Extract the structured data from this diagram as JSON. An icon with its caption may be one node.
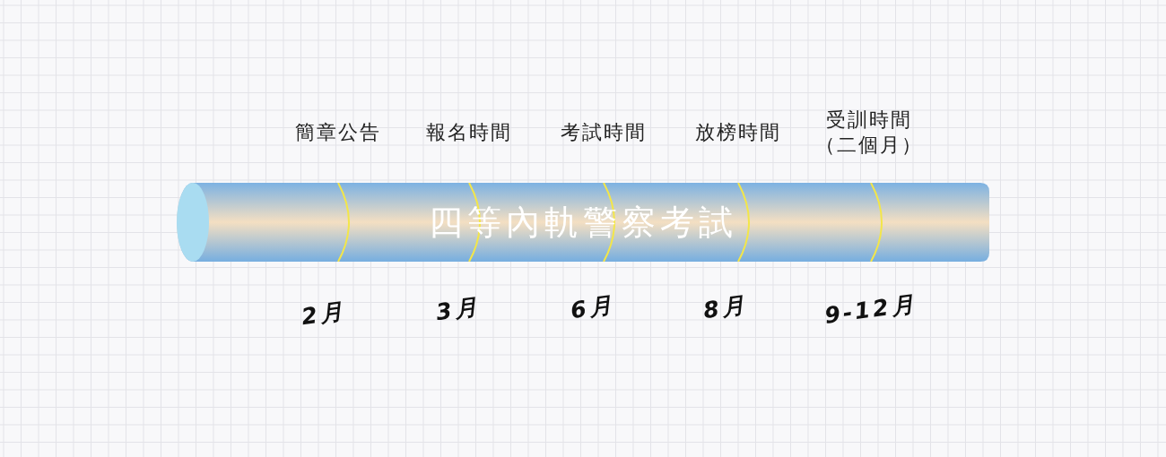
{
  "diagram": {
    "nodes": [
      {
        "text": [
          "四等內軌警察考試"
        ]
      }
    ],
    "labels": [
      "簡章公告",
      "報名時間",
      "考試時間",
      "放榜時間",
      "受訓時間（二個月）",
      "2月",
      "3月",
      "6月",
      "8月",
      "9-12月"
    ]
  }
}
